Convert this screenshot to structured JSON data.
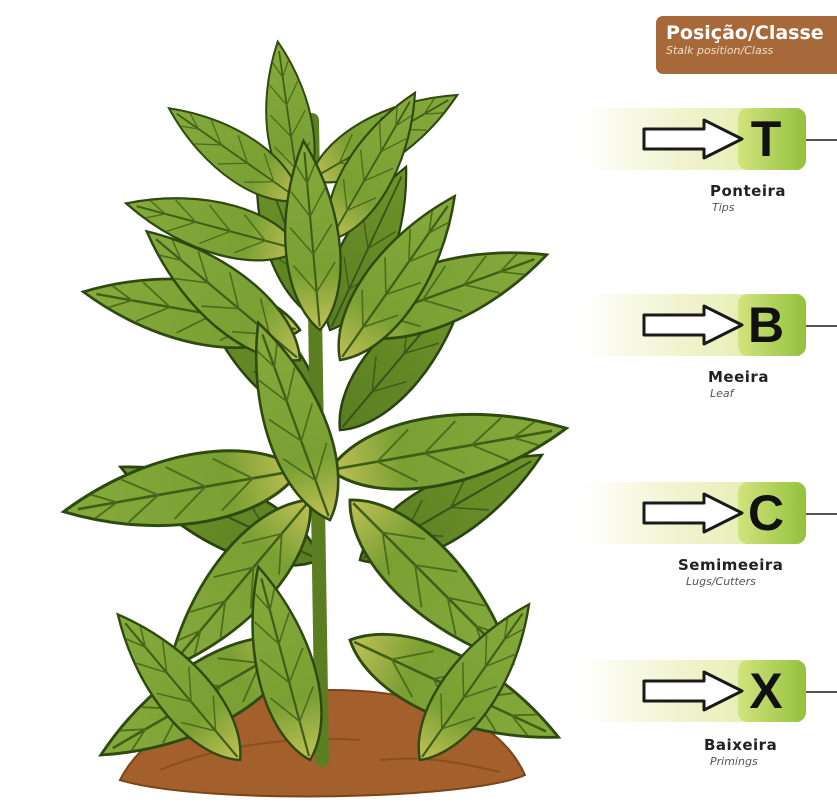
{
  "header": {
    "title_pt": "Posição/Classe",
    "title_en": "Stalk position/Class"
  },
  "classes": [
    {
      "letter": "T",
      "name_pt": "Ponteira",
      "name_en": "Tips"
    },
    {
      "letter": "B",
      "name_pt": "Meeira",
      "name_en": "Leaf"
    },
    {
      "letter": "C",
      "name_pt": "Semimeeira",
      "name_en": "Lugs/Cutters"
    },
    {
      "letter": "X",
      "name_pt": "Baixeira",
      "name_en": "Primings"
    }
  ],
  "colors": {
    "header_bg": "#a8693a",
    "badge_light": "#d2e37d",
    "badge_dark": "#93c13d",
    "leaf_main": "#7ea236",
    "leaf_dark": "#5c7e22",
    "leaf_yellow": "#c9c657",
    "soil": "#a4602c"
  }
}
